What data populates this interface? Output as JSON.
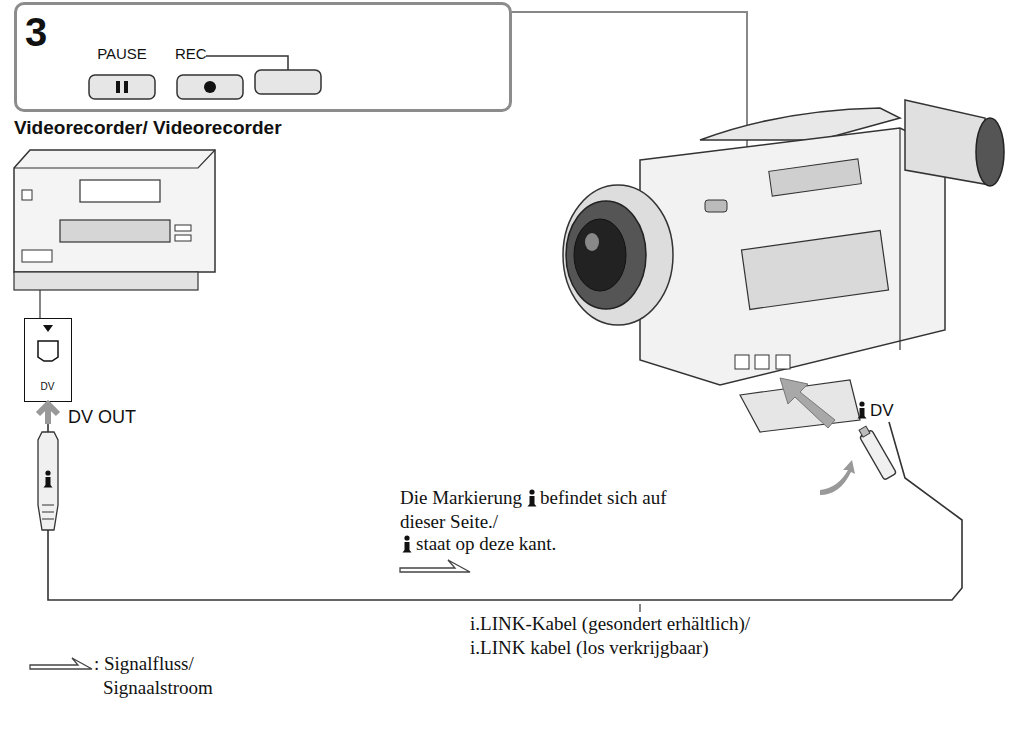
{
  "diagram": {
    "nodes": [
      {
        "text": [
          "3"
        ]
      },
      {
        "text": [
          "PAUSE"
        ],
        "in": 0
      },
      {
        "text": [
          "REC"
        ],
        "in": 0
      },
      {
        "text": [
          "DV"
        ]
      },
      {
        "text": [
          "DV"
        ]
      }
    ],
    "edges": [
      {
        "from": 3,
        "to": 4,
        "arrow": "none"
      }
    ],
    "labels": [
      "Videorecorder/ Videorecorder",
      "DV OUT",
      "Die Markierung",
      "befindet sich auf dieser Seite./",
      "staat op deze kant.",
      "i.LINK-Kabel (gesondert erhältlich)/",
      "i.LINK kabel (los verkrijgbaar)"
    ],
    "legend": [
      {
        "text": ": Signalfluss/ Signaalstroom"
      }
    ]
  }
}
